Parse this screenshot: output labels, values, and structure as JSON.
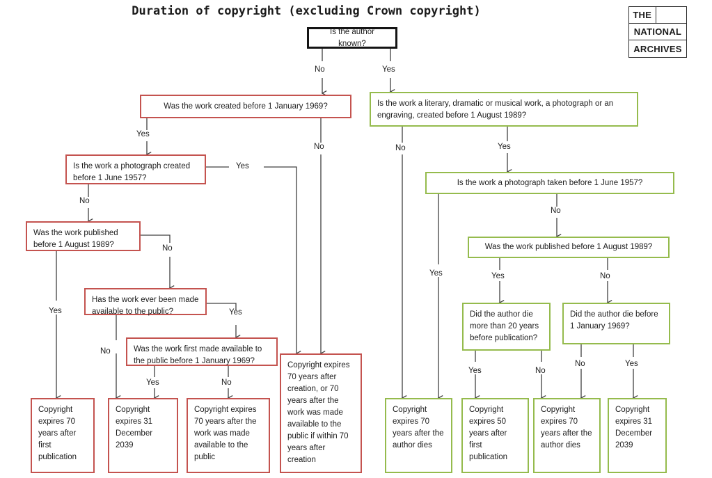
{
  "title": "Duration of copyright (excluding Crown copyright)",
  "logo": {
    "line1": "THE",
    "line1_right": "",
    "line2": "NATIONAL",
    "line3": "ARCHIVES"
  },
  "colors": {
    "root_border": "#141414",
    "unknown_author_branch": "#c4534f",
    "known_author_branch": "#95bb4d",
    "text": "#1c1c1c",
    "connector": "#404040",
    "background": "#ffffff"
  },
  "chart_data": {
    "type": "diagram",
    "diagram_type": "decision-flowchart",
    "title": "Duration of copyright (excluding Crown copyright)",
    "nodes": [
      {
        "id": "n0",
        "label": "Is the author known?",
        "kind": "decision",
        "color": "#141414"
      },
      {
        "id": "r1",
        "label": "Was the work created before 1 January 1969?",
        "kind": "decision",
        "color": "#c4534f"
      },
      {
        "id": "r2",
        "label": "Is the work a photograph created before 1 June 1957?",
        "kind": "decision",
        "color": "#c4534f"
      },
      {
        "id": "r3",
        "label": "Was the work published before 1 August 1989?",
        "kind": "decision",
        "color": "#c4534f"
      },
      {
        "id": "r4",
        "label": "Has the work ever been made available to the public?",
        "kind": "decision",
        "color": "#c4534f"
      },
      {
        "id": "r5",
        "label": "Was the work first made available to the public before 1 January 1969?",
        "kind": "decision",
        "color": "#c4534f"
      },
      {
        "id": "ro1",
        "label": "Copyright expires 70 years after first publication",
        "kind": "outcome",
        "color": "#c4534f"
      },
      {
        "id": "ro2",
        "label": "Copyright expires 31 December 2039",
        "kind": "outcome",
        "color": "#c4534f"
      },
      {
        "id": "ro3",
        "label": "Copyright expires 70 years after the work was made available to the public",
        "kind": "outcome",
        "color": "#c4534f"
      },
      {
        "id": "ro4",
        "label": "Copyright expires 70 years after creation, or 70 years after the work was made available to the public if within 70 years after creation",
        "kind": "outcome",
        "color": "#c4534f"
      },
      {
        "id": "g1",
        "label": "Is the work a literary, dramatic or musical work, a photograph or an engraving, created before 1 August 1989?",
        "kind": "decision",
        "color": "#95bb4d"
      },
      {
        "id": "g2",
        "label": "Is the work a photograph taken before 1 June 1957?",
        "kind": "decision",
        "color": "#95bb4d"
      },
      {
        "id": "g3",
        "label": "Was the work published before 1 August 1989?",
        "kind": "decision",
        "color": "#95bb4d"
      },
      {
        "id": "g4",
        "label": "Did the author die more than 20 years before publication?",
        "kind": "decision",
        "color": "#95bb4d"
      },
      {
        "id": "g5",
        "label": "Did the author die before 1 January 1969?",
        "kind": "decision",
        "color": "#95bb4d"
      },
      {
        "id": "go1",
        "label": "Copyright expires 70 years after the author dies",
        "kind": "outcome",
        "color": "#95bb4d"
      },
      {
        "id": "go2",
        "label": "Copyright expires 50 years after first publication",
        "kind": "outcome",
        "color": "#95bb4d"
      },
      {
        "id": "go3",
        "label": "Copyright expires 70 years after the author dies",
        "kind": "outcome",
        "color": "#95bb4d"
      },
      {
        "id": "go4",
        "label": "Copyright expires 31 December 2039",
        "kind": "outcome",
        "color": "#95bb4d"
      }
    ],
    "edges": [
      {
        "from": "n0",
        "to": "r1",
        "label": "No"
      },
      {
        "from": "n0",
        "to": "g1",
        "label": "Yes"
      },
      {
        "from": "r1",
        "to": "r2",
        "label": "Yes"
      },
      {
        "from": "r1",
        "to": "ro4",
        "label": "No"
      },
      {
        "from": "r2",
        "to": "ro4",
        "label": "Yes"
      },
      {
        "from": "r2",
        "to": "r3",
        "label": "No"
      },
      {
        "from": "r3",
        "to": "ro1",
        "label": "Yes"
      },
      {
        "from": "r3",
        "to": "r4",
        "label": "No"
      },
      {
        "from": "r4",
        "to": "r5",
        "label": "Yes"
      },
      {
        "from": "r4",
        "to": "ro2",
        "label": "No"
      },
      {
        "from": "r5",
        "to": "ro2",
        "label": "Yes"
      },
      {
        "from": "r5",
        "to": "ro3",
        "label": "No"
      },
      {
        "from": "g1",
        "to": "go1",
        "label": "No"
      },
      {
        "from": "g1",
        "to": "g2",
        "label": "Yes"
      },
      {
        "from": "g2",
        "to": "go1",
        "label": "Yes"
      },
      {
        "from": "g2",
        "to": "g3",
        "label": "No"
      },
      {
        "from": "g3",
        "to": "g4",
        "label": "Yes"
      },
      {
        "from": "g3",
        "to": "g5",
        "label": "No"
      },
      {
        "from": "g4",
        "to": "go2",
        "label": "Yes"
      },
      {
        "from": "g4",
        "to": "go3",
        "label": "No"
      },
      {
        "from": "g5",
        "to": "go3",
        "label": "No"
      },
      {
        "from": "g5",
        "to": "go4",
        "label": "Yes"
      }
    ]
  },
  "nodes": {
    "n0": "Is the author known?",
    "r1": "Was the work created before 1 January 1969?",
    "r2": "Is the work a photograph created before 1 June 1957?",
    "r3": "Was the work published before 1 August 1989?",
    "r4": "Has the work ever been made available to the public?",
    "r5": "Was the work first made available to the public before 1 January 1969?",
    "ro1": "Copyright expires 70 years after first publication",
    "ro2": "Copyright expires 31 December 2039",
    "ro3": "Copyright expires 70 years after the work was made available to the public",
    "ro4": "Copyright expires 70 years after creation, or 70 years after the work was made available to the public if within 70 years after creation",
    "g1": "Is the work a literary, dramatic or musical work, a photograph or an engraving, created before 1 August 1989?",
    "g2": "Is the work a photograph taken before 1 June 1957?",
    "g3": "Was the work published before 1 August 1989?",
    "g4": "Did the author die more than 20 years before publication?",
    "g5": "Did the author die before 1 January 1969?",
    "go1": "Copyright expires 70 years after the author dies",
    "go2": "Copyright expires 50 years after first publication",
    "go3": "Copyright expires 70 years after the author dies",
    "go4": "Copyright expires 31 December 2039"
  },
  "labels": {
    "n0_no": "No",
    "n0_yes": "Yes",
    "r1_yes": "Yes",
    "r1_no": "No",
    "r2_yes": "Yes",
    "r2_no": "No",
    "r3_yes": "Yes",
    "r3_no": "No",
    "r4_yes": "Yes",
    "r4_no": "No",
    "r5_yes": "Yes",
    "r5_no": "No",
    "g1_no": "No",
    "g1_yes": "Yes",
    "g2_yes": "Yes",
    "g2_no": "No",
    "g3_yes": "Yes",
    "g3_no": "No",
    "g4_yes": "Yes",
    "g4_no": "No",
    "g5_no": "No",
    "g5_yes": "Yes"
  }
}
